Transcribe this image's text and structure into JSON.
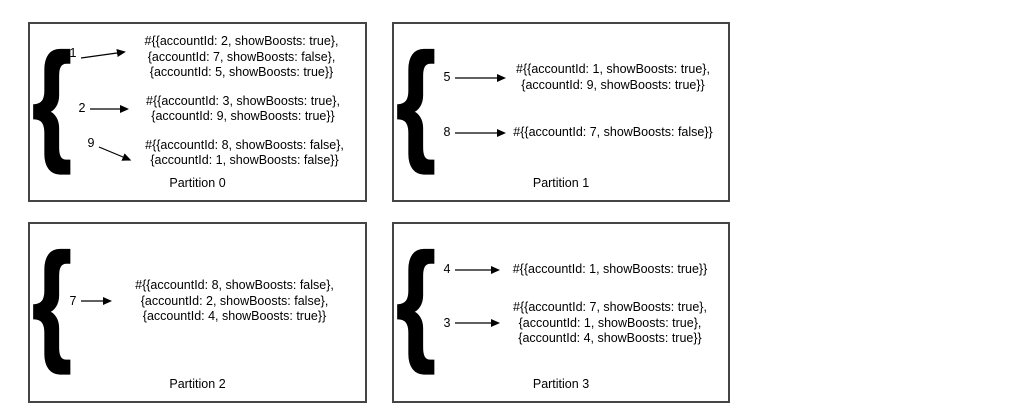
{
  "colors": {
    "background": "#ffffff",
    "box_border": "#454545",
    "text": "#000000",
    "arrow": "#000000"
  },
  "glyphs": {
    "brace": "{"
  },
  "partitions": [
    {
      "label": "Partition 0",
      "entries": [
        {
          "key": "1",
          "records": "#{{accountId: 2, showBoosts: true},\n{accountId: 7, showBoosts: false},\n{accountId: 5, showBoosts: true}}"
        },
        {
          "key": "2",
          "records": "#{{accountId: 3, showBoosts: true},\n{accountId: 9, showBoosts: true}}"
        },
        {
          "key": "9",
          "records": "#{{accountId: 8, showBoosts: false},\n{accountId: 1, showBoosts: false}}"
        }
      ]
    },
    {
      "label": "Partition 1",
      "entries": [
        {
          "key": "5",
          "records": "#{{accountId: 1, showBoosts: true},\n{accountId: 9, showBoosts: true}}"
        },
        {
          "key": "8",
          "records": "#{{accountId: 7, showBoosts: false}}"
        }
      ]
    },
    {
      "label": "Partition 2",
      "entries": [
        {
          "key": "7",
          "records": "#{{accountId: 8, showBoosts: false},\n{accountId: 2, showBoosts: false},\n{accountId: 4, showBoosts: true}}"
        }
      ]
    },
    {
      "label": "Partition 3",
      "entries": [
        {
          "key": "4",
          "records": "#{{accountId: 1, showBoosts: true}}"
        },
        {
          "key": "3",
          "records": "#{{accountId: 7, showBoosts: true},\n{accountId: 1, showBoosts: true},\n{accountId: 4, showBoosts: true}}"
        }
      ]
    }
  ]
}
